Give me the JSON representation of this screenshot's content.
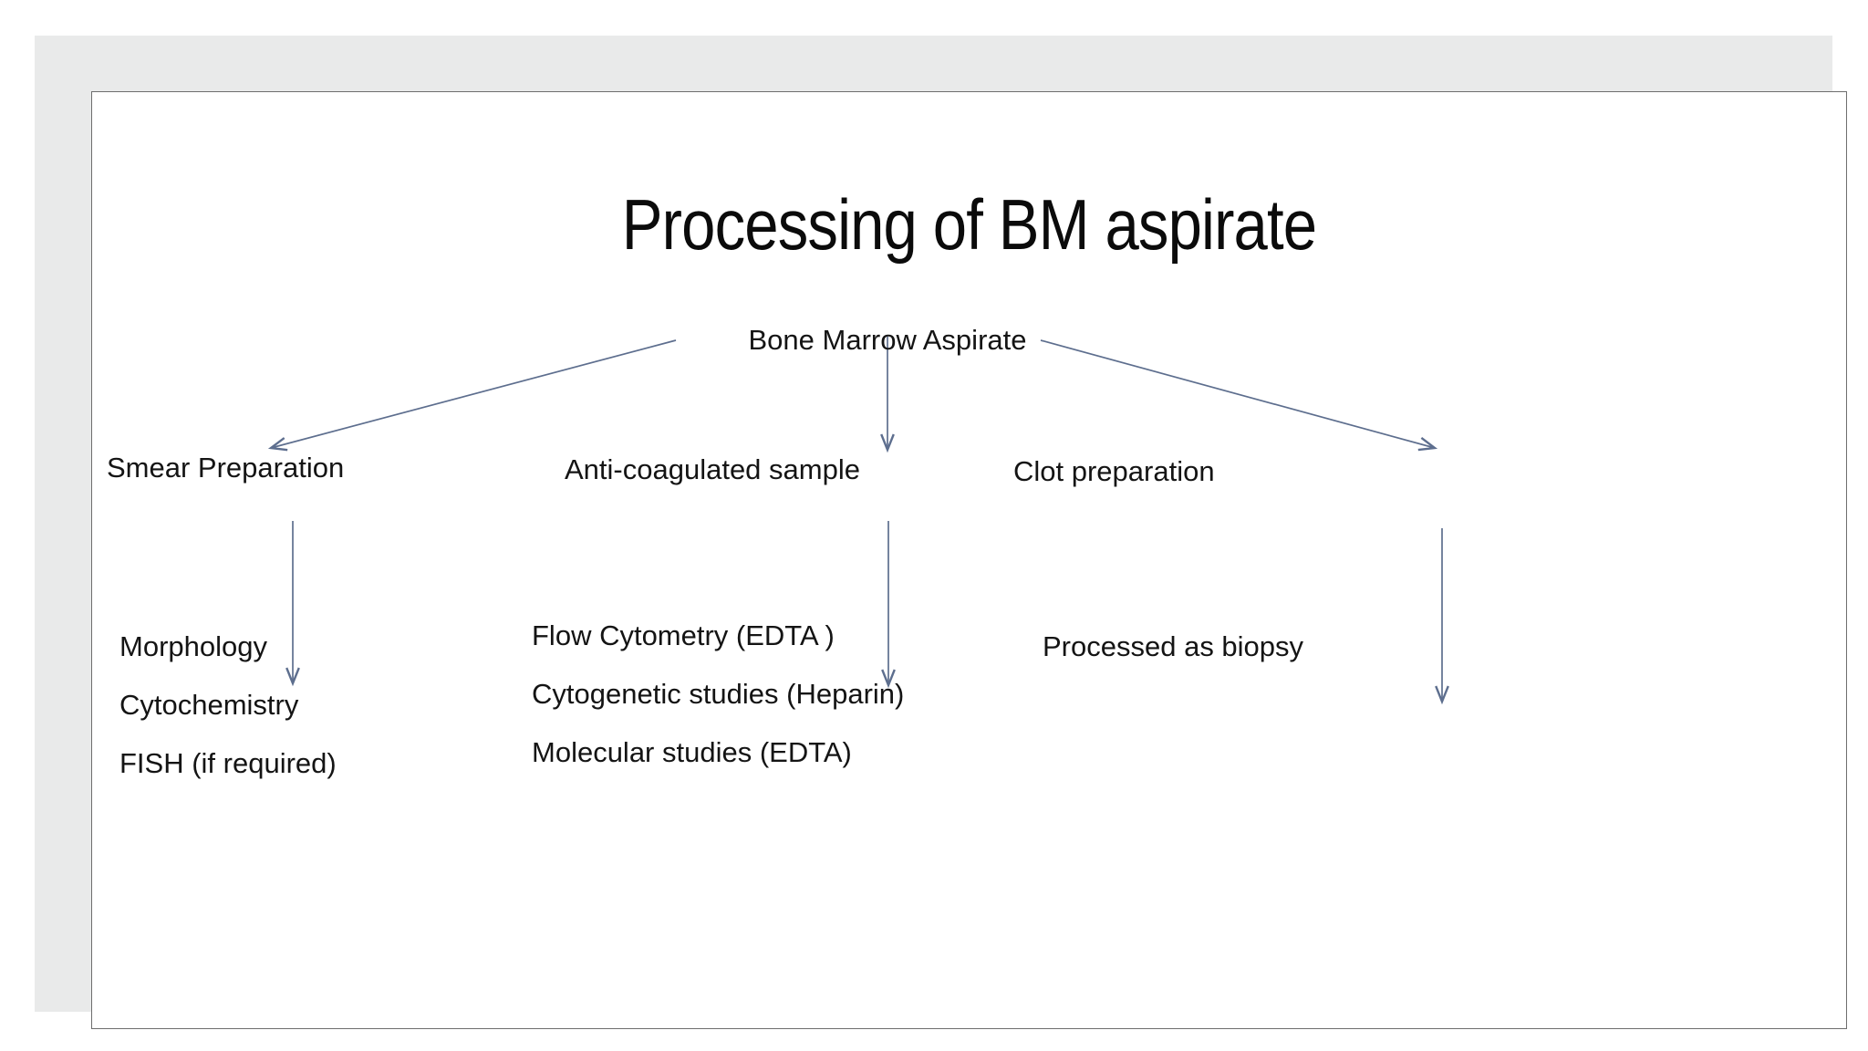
{
  "slide": {
    "title": "Processing of BM aspirate",
    "background_color": "#ffffff",
    "frame_color": "#e9eaea",
    "border_color": "#6e6e6e",
    "text_color": "#141414",
    "arrow_color": "#5d6e8e"
  },
  "flowchart": {
    "root": {
      "label": "Bone Marrow Aspirate"
    },
    "branches": [
      {
        "label": "Smear Preparation",
        "items": [
          "Morphology",
          "Cytochemistry",
          "FISH (if required)"
        ]
      },
      {
        "label": "Anti-coagulated sample",
        "items": [
          "Flow Cytometry (EDTA )",
          "Cytogenetic studies (Heparin)",
          "Molecular studies (EDTA)"
        ]
      },
      {
        "label": "Clot preparation",
        "items": [
          "Processed as biopsy"
        ]
      }
    ]
  }
}
